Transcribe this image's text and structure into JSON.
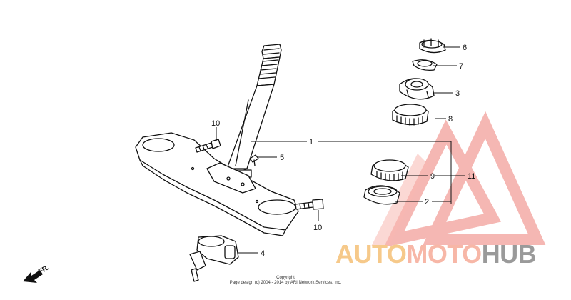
{
  "diagram": {
    "part_labels": {
      "p1": "1",
      "p2": "2",
      "p3": "3",
      "p4": "4",
      "p5": "5",
      "p6": "6",
      "p7": "7",
      "p8": "8",
      "p9": "9",
      "p10a": "10",
      "p10b": "10",
      "p11": "11"
    },
    "direction_label": "FR.",
    "copyright_title": "Copyright",
    "copyright_text": "Page design (c) 2004 - 2014 by ARI Network Services, Inc."
  },
  "watermark": {
    "part_a": "AUTO",
    "part_b": "MOTO",
    "part_c": "HUB",
    "colors": {
      "part_a": "#f6c98a",
      "part_b": "#f7b7a7",
      "part_c": "#9a9a9a",
      "logo": "#f08a82"
    }
  }
}
